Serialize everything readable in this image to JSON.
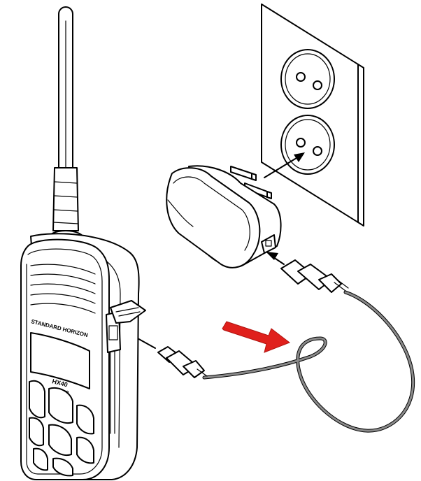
{
  "radio": {
    "brand": "STANDARD HORIZON",
    "model_line1": "HX40",
    "model_line2": "HX40"
  },
  "colors": {
    "line": "#000000",
    "background": "#ffffff",
    "cable": "#8a8a8a",
    "highlight_arrow": "#e0201c"
  }
}
